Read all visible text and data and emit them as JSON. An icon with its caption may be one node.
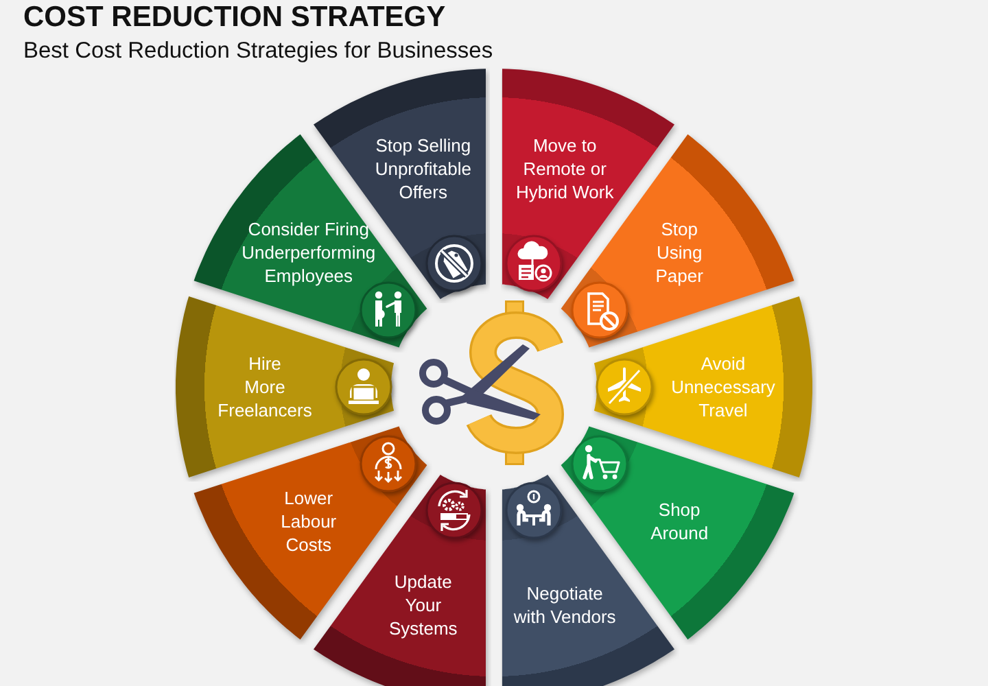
{
  "diagram": {
    "title": "COST REDUCTION STRATEGY",
    "nodes": [
      {
        "text": [
          "Move to Remote or Hybrid Work"
        ]
      },
      {
        "text": [
          "Stop Using Paper"
        ]
      },
      {
        "text": [
          "Avoid Unnecessary Travel"
        ]
      },
      {
        "text": [
          "Shop Around"
        ]
      },
      {
        "text": [
          "Negotiate with Vendors"
        ]
      },
      {
        "text": [
          "Update Your Systems"
        ]
      },
      {
        "text": [
          "Lower Labour Costs"
        ]
      },
      {
        "text": [
          "Hire More Freelancers"
        ]
      },
      {
        "text": [
          "Consider Firing Underperforming Employees"
        ]
      },
      {
        "text": [
          "Stop Selling Unprofitable Offers"
        ]
      }
    ],
    "labels": [
      "Best Cost Reduction Strategies for Businesses"
    ]
  }
}
